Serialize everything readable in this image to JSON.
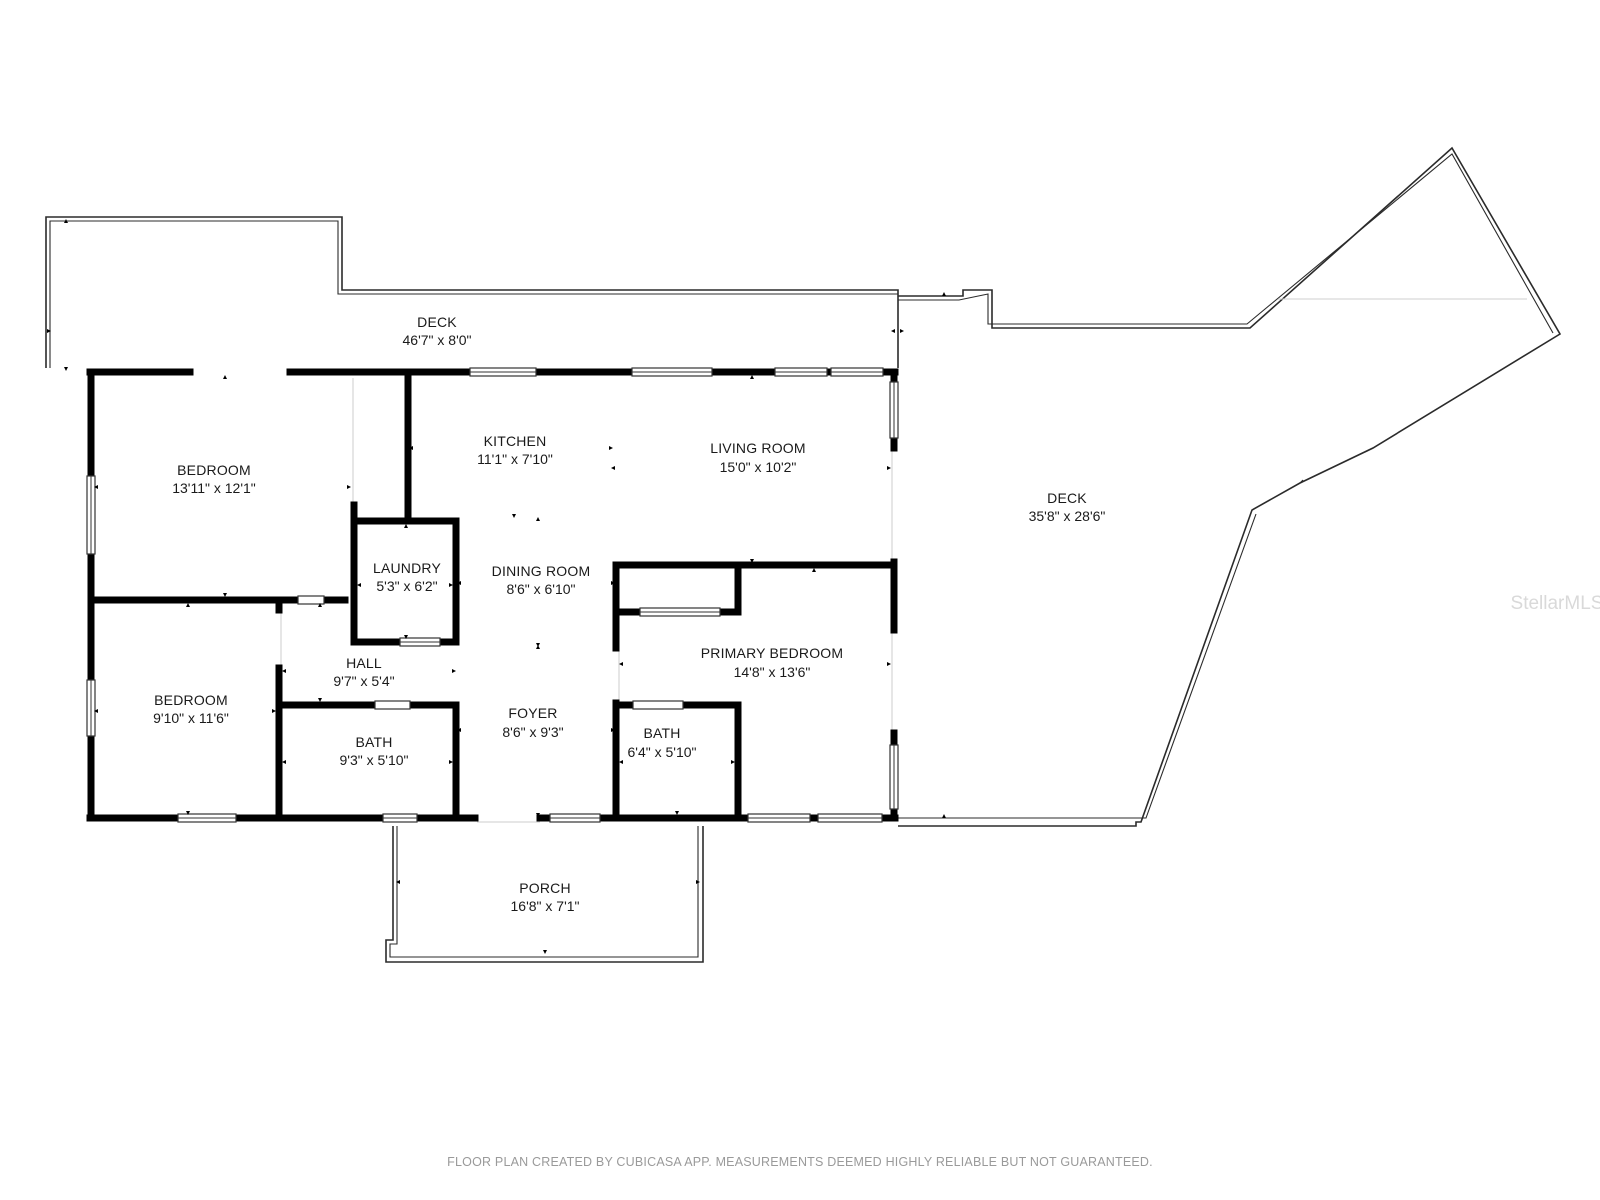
{
  "rooms": {
    "deck_top": {
      "name": "DECK",
      "dims": "46'7\" x 8'0\""
    },
    "deck_right": {
      "name": "DECK",
      "dims": "35'8\" x 28'6\""
    },
    "bedroom_1": {
      "name": "BEDROOM",
      "dims": "13'11\" x 12'1\""
    },
    "bedroom_2": {
      "name": "BEDROOM",
      "dims": "9'10\" x 11'6\""
    },
    "kitchen": {
      "name": "KITCHEN",
      "dims": "11'1\" x 7'10\""
    },
    "living_room": {
      "name": "LIVING ROOM",
      "dims": "15'0\" x 10'2\""
    },
    "laundry": {
      "name": "LAUNDRY",
      "dims": "5'3\" x 6'2\""
    },
    "dining_room": {
      "name": "DINING ROOM",
      "dims": "8'6\" x 6'10\""
    },
    "hall": {
      "name": "HALL",
      "dims": "9'7\" x 5'4\""
    },
    "bath_1": {
      "name": "BATH",
      "dims": "9'3\" x 5'10\""
    },
    "foyer": {
      "name": "FOYER",
      "dims": "8'6\" x 9'3\""
    },
    "primary_bedroom": {
      "name": "PRIMARY BEDROOM",
      "dims": "14'8\" x 13'6\""
    },
    "bath_2": {
      "name": "BATH",
      "dims": "6'4\" x 5'10\""
    },
    "porch": {
      "name": "PORCH",
      "dims": "16'8\" x 7'1\""
    }
  },
  "footer": "FLOOR PLAN CREATED BY CUBICASA APP. MEASUREMENTS DEEMED HIGHLY RELIABLE BUT NOT GUARANTEED.",
  "watermark": "StellarMLS",
  "colors": {
    "wall": "#000000",
    "outline": "#2b2b2b",
    "text": "#1a1a1a",
    "footer": "#9a9a9a",
    "watermark": "#d9d9d9"
  }
}
